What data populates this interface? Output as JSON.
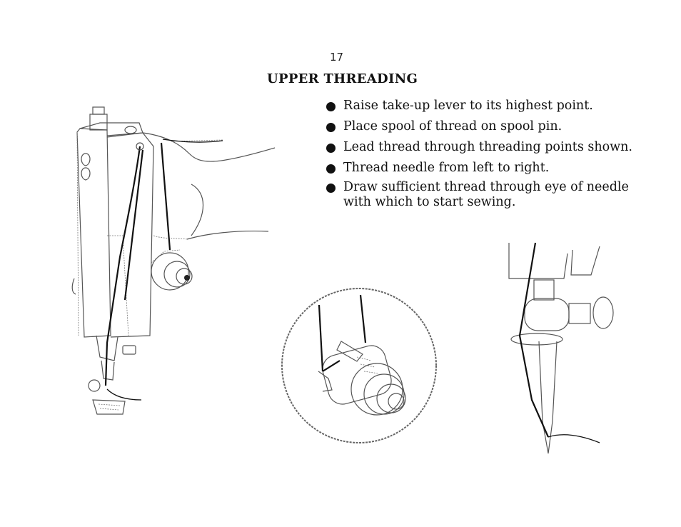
{
  "page": {
    "number": "17",
    "title": "UPPER THREADING"
  },
  "instructions": [
    {
      "text": "Raise take-up lever to its highest point."
    },
    {
      "text": "Place spool of thread on spool pin."
    },
    {
      "text": "Lead thread through threading points shown."
    },
    {
      "text": "Thread needle from left to right."
    },
    {
      "text": "Draw sufficient thread through eye of needle with which to start sewing."
    }
  ],
  "illustrations": {
    "machine_head": "sewing-machine-head-illustration",
    "tension_detail": "tension-dial-detail-illustration",
    "needle_detail": "needle-threading-detail-illustration"
  }
}
